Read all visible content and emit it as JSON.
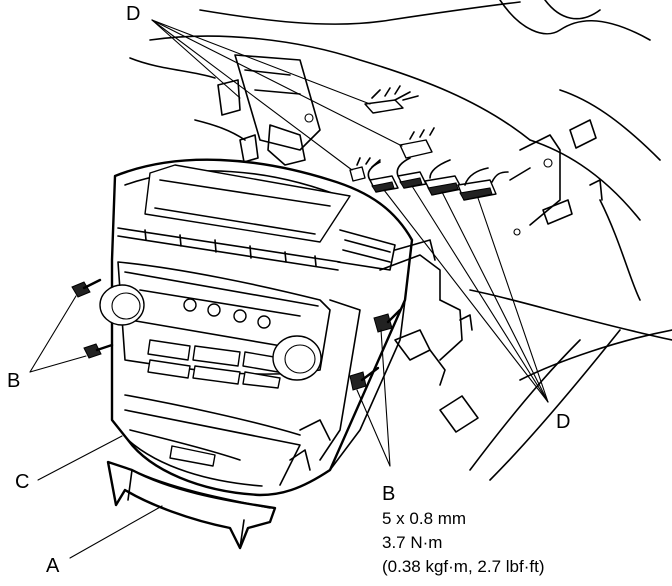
{
  "callouts": {
    "a": "A",
    "b_left": "B",
    "b_right": "B",
    "c": "C",
    "d_top": "D",
    "d_bottom": "D"
  },
  "bolt_spec": {
    "size": "5 x 0.8 mm",
    "torque_nm": "3.7 N·m",
    "torque_alt": "(0.38 kgf·m, 2.7 lbf·ft)"
  }
}
